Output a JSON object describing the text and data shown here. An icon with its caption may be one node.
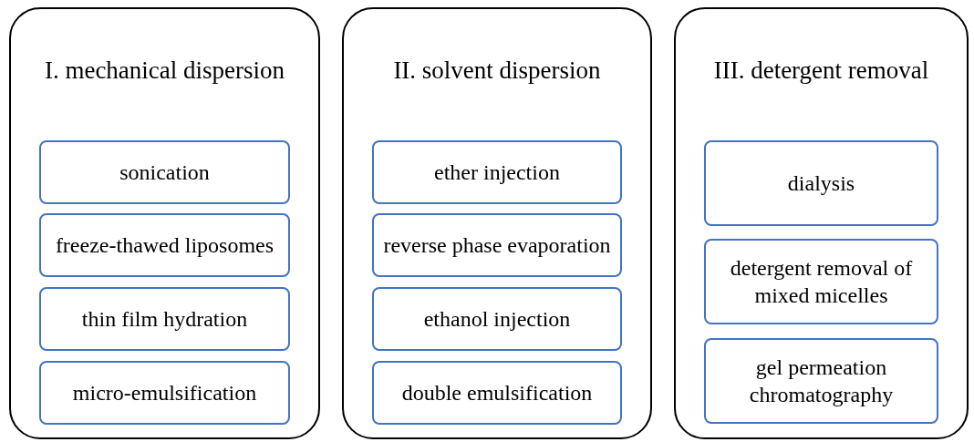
{
  "diagram": {
    "nodes": [
      {
        "text": [
          "I. mechanical dispersion"
        ]
      },
      {
        "text": [
          "sonication"
        ],
        "in": 0
      },
      {
        "text": [
          "freeze-thawed liposomes"
        ],
        "in": 0
      },
      {
        "text": [
          "thin film hydration"
        ],
        "in": 0
      },
      {
        "text": [
          "micro-emulsification"
        ],
        "in": 0
      },
      {
        "text": [
          "II. solvent dispersion"
        ]
      },
      {
        "text": [
          "ether injection"
        ],
        "in": 5
      },
      {
        "text": [
          "reverse phase evaporation"
        ],
        "in": 5
      },
      {
        "text": [
          "ethanol injection"
        ],
        "in": 5
      },
      {
        "text": [
          "double emulsification"
        ],
        "in": 5
      },
      {
        "text": [
          "III. detergent removal"
        ]
      },
      {
        "text": [
          "dialysis"
        ],
        "in": 10
      },
      {
        "text": [
          "detergent removal of mixed micelles"
        ],
        "in": 10
      },
      {
        "text": [
          "gel permeation chromatography"
        ],
        "in": 10
      }
    ]
  }
}
